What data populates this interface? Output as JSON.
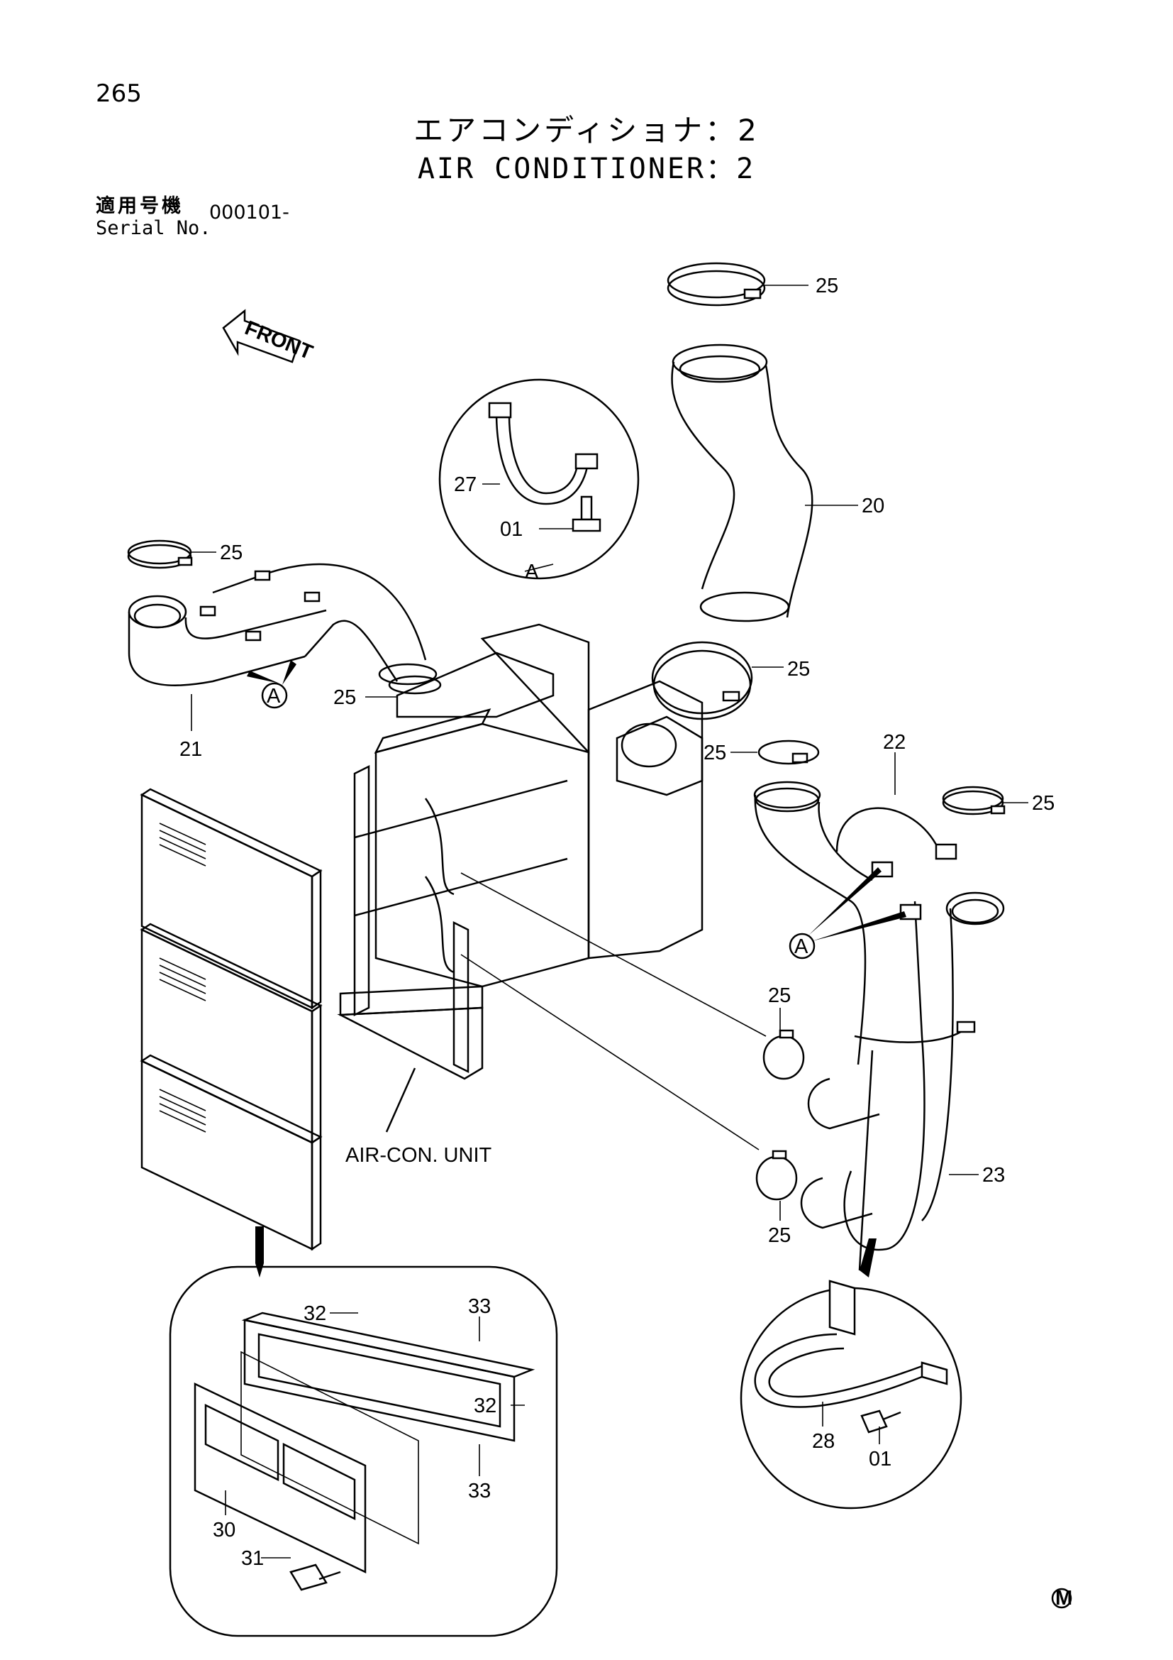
{
  "page_number": "265",
  "title_jp": "エアコンディショナ：2",
  "title_en": "AIR CONDITIONER：2",
  "serial_label_jp": "適用号機",
  "serial_label_en": "Serial No.",
  "serial_value": "000101-",
  "front_arrow_label": "FRONT",
  "unit_label": "AIR-CON. UNIT",
  "detail_marker": "A",
  "mark_symbol": "M",
  "callouts": {
    "p20": "20",
    "p21": "21",
    "p22": "22",
    "p23": "23",
    "p25": "25",
    "p27": "27",
    "p01": "01",
    "p28": "28",
    "p30": "30",
    "p31": "31",
    "p32": "32",
    "p33": "33"
  }
}
